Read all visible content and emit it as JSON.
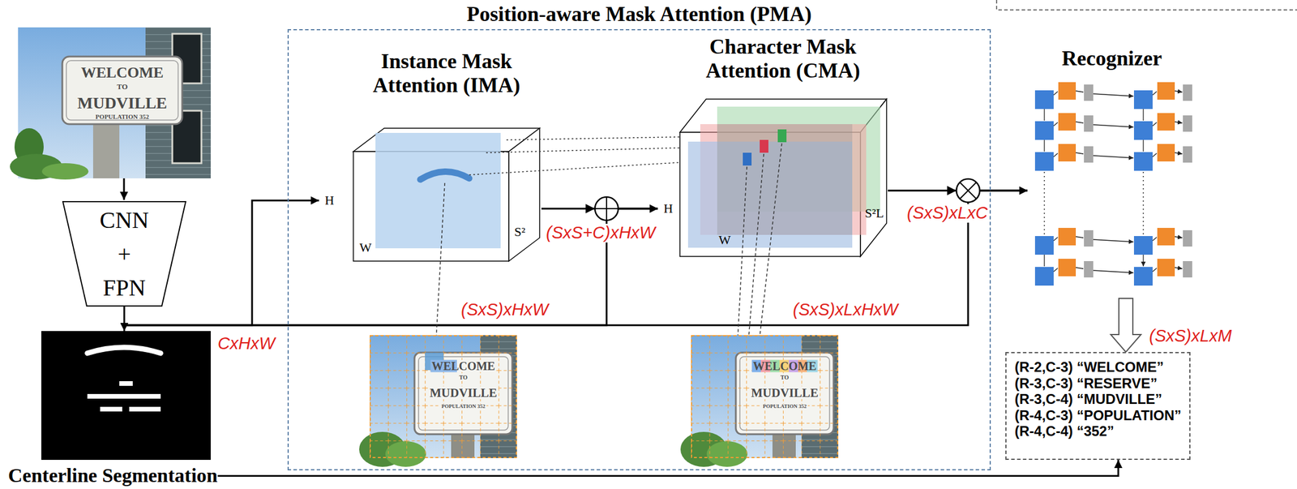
{
  "diagram": {
    "nodes": [
      {
        "text": [
          "CNN + FPN"
        ]
      },
      {
        "text": [
          "Centerline Segmentation"
        ]
      },
      {
        "text": [
          "Position-aware Mask Attention (PMA)"
        ]
      },
      {
        "text": [
          "Instance Mask Attention (IMA)"
        ],
        "in": 2
      },
      {
        "text": [
          "Character Mask Attention (CMA)"
        ],
        "in": 2
      },
      {
        "text": [
          "Recognizer"
        ]
      },
      {
        "text": [
          "(R-2,C-3) “WELCOME”",
          "(R-3,C-3) “RESERVE”",
          "(R-3,C-4) “MUDVILLE”",
          "(R-4,C-3) “POPULATION”",
          "(R-4,C-4) “352”"
        ]
      }
    ],
    "edges": [
      {
        "from": 0,
        "to": 1,
        "arrow": "to"
      },
      {
        "from": 0,
        "to": 3,
        "arrow": "to"
      },
      {
        "from": 3,
        "to": 4,
        "arrow": "to"
      },
      {
        "from": 0,
        "to": 4,
        "arrow": "to"
      },
      {
        "from": 4,
        "to": 5,
        "arrow": "to"
      },
      {
        "from": 0,
        "to": 5,
        "arrow": "to"
      },
      {
        "from": 5,
        "to": 6,
        "arrow": "to"
      },
      {
        "from": 1,
        "to": 6,
        "arrow": "to"
      }
    ],
    "labels": [
      "WELCOME",
      "TO",
      "MUDVILLE",
      "POPULATION 352",
      "H",
      "W",
      "S²",
      "H",
      "W",
      "S²L",
      "CxHxW",
      "(SxS)xHxW",
      "(SxS+C)xHxW",
      "(SxS)xLxC",
      "(SxS)xLxHxW",
      "(SxS)xLxM",
      "WELCOME",
      "TO",
      "MUDVILLE",
      "POPULATION 352",
      "WELCOME",
      "TO",
      "MUDVILLE",
      "POPULATION 352"
    ]
  }
}
